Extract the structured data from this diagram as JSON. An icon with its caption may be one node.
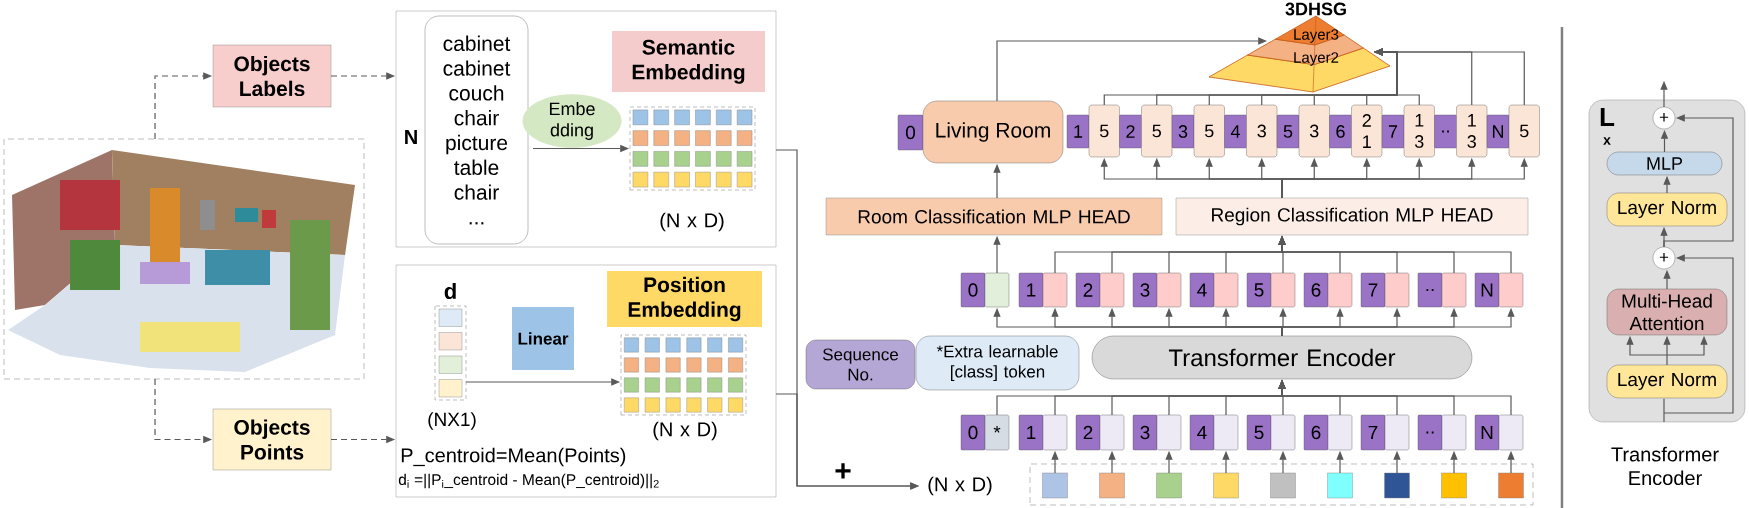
{
  "diagram": {
    "nodes": [
      {
        "text": [],
        "shape": "picture"
      },
      {
        "text": [
          "Objects Labels"
        ]
      },
      {
        "text": [
          "Objects Points"
        ]
      },
      {
        "text": [],
        "shape": "box"
      },
      {
        "text": [
          "cabinet cabinet couch chair picture table chair ..."
        ],
        "in": 3
      },
      {
        "text": [
          "Embe dding"
        ],
        "in": 3
      },
      {
        "text": [
          "Semantic Embedding"
        ],
        "in": 3
      },
      {
        "text": [],
        "shape": "box",
        "in": 3,
        "beside": [
          "(N x D)"
        ]
      },
      {
        "text": [],
        "shape": "box"
      },
      {
        "text": [
          "d"
        ],
        "in": 8,
        "beside": [
          "(NX1)"
        ]
      },
      {
        "text": [
          "Linear"
        ],
        "in": 8
      },
      {
        "text": [
          "Position Embedding"
        ],
        "in": 8
      },
      {
        "text": [],
        "shape": "box",
        "in": 8,
        "beside": [
          "(N x D)"
        ]
      },
      {
        "text": [
          "(N x D)"
        ]
      },
      {
        "text": [],
        "shape": "box"
      },
      {
        "text": [
          "Sequence No."
        ]
      },
      {
        "text": [
          "*Extra learnable [class] token"
        ]
      },
      {
        "text": [
          "0",
          "*"
        ]
      },
      {
        "text": [
          "1"
        ]
      },
      {
        "text": [
          "2"
        ]
      },
      {
        "text": [
          "3"
        ]
      },
      {
        "text": [
          "4"
        ]
      },
      {
        "text": [
          "5"
        ]
      },
      {
        "text": [
          "6"
        ]
      },
      {
        "text": [
          "7"
        ]
      },
      {
        "text": [
          ".."
        ]
      },
      {
        "text": [
          "N"
        ]
      },
      {
        "text": [
          "Transformer Encoder"
        ]
      },
      {
        "text": [
          "0"
        ]
      },
      {
        "text": [
          "1"
        ]
      },
      {
        "text": [
          "2"
        ]
      },
      {
        "text": [
          "3"
        ]
      },
      {
        "text": [
          "4"
        ]
      },
      {
        "text": [
          "5"
        ]
      },
      {
        "text": [
          "6"
        ]
      },
      {
        "text": [
          "7"
        ]
      },
      {
        "text": [
          ".."
        ]
      },
      {
        "text": [
          "N"
        ]
      },
      {
        "text": [
          "Room Classification MLP HEAD"
        ]
      },
      {
        "text": [
          "Region Classification MLP HEAD"
        ]
      },
      {
        "text": [
          "0",
          "Living Room"
        ]
      },
      {
        "text": [
          "1",
          "5"
        ]
      },
      {
        "text": [
          "2",
          "5"
        ]
      },
      {
        "text": [
          "3",
          "5"
        ]
      },
      {
        "text": [
          "4",
          "3"
        ]
      },
      {
        "text": [
          "5",
          "3"
        ]
      },
      {
        "text": [
          "6",
          "2 1"
        ]
      },
      {
        "text": [
          "7",
          "1 3"
        ]
      },
      {
        "text": [
          "..",
          "1 3"
        ]
      },
      {
        "text": [
          "N",
          "5"
        ]
      },
      {
        "text": [
          "3DHSG",
          "Layer3",
          "Layer2"
        ]
      },
      {
        "text": [
          "L",
          "x"
        ],
        "beside": [
          "Transformer Encoder"
        ]
      },
      {
        "text": [
          "+"
        ],
        "in": 51
      },
      {
        "text": [
          "MLP"
        ],
        "in": 51
      },
      {
        "text": [
          "Layer Norm"
        ],
        "in": 51
      },
      {
        "text": [
          "+"
        ],
        "in": 51
      },
      {
        "text": [
          "Multi-Head Attention"
        ],
        "in": 51
      },
      {
        "text": [
          "Layer Norm"
        ],
        "in": 51
      }
    ],
    "edges": [
      {
        "from": 0,
        "to": 1,
        "arrow": "to",
        "style": "dashed"
      },
      {
        "from": 0,
        "to": 2,
        "arrow": "to",
        "style": "dashed"
      },
      {
        "from": 1,
        "to": 3,
        "arrow": "to",
        "style": "dashed"
      },
      {
        "from": 2,
        "to": 8,
        "arrow": "to",
        "style": "dashed"
      },
      {
        "from": 4,
        "to": 7,
        "arrow": "to"
      },
      {
        "from": 9,
        "to": 12,
        "arrow": "to"
      },
      {
        "from": 3,
        "to": 13,
        "arrow": "to"
      },
      {
        "from": 8,
        "to": 13,
        "arrow": "to"
      },
      {
        "from": 14,
        "to": 18,
        "arrow": "to"
      },
      {
        "from": 14,
        "to": 19,
        "arrow": "to"
      },
      {
        "from": 14,
        "to": 20,
        "arrow": "to"
      },
      {
        "from": 14,
        "to": 21,
        "arrow": "to"
      },
      {
        "from": 14,
        "to": 22,
        "arrow": "to"
      },
      {
        "from": 14,
        "to": 23,
        "arrow": "to"
      },
      {
        "from": 14,
        "to": 24,
        "arrow": "to"
      },
      {
        "from": 14,
        "to": 25,
        "arrow": "to"
      },
      {
        "from": 14,
        "to": 26,
        "arrow": "to"
      },
      {
        "from": 17,
        "to": 27,
        "arrow": "to"
      },
      {
        "from": 18,
        "to": 27,
        "arrow": "to"
      },
      {
        "from": 19,
        "to": 27,
        "arrow": "to"
      },
      {
        "from": 20,
        "to": 27,
        "arrow": "to"
      },
      {
        "from": 21,
        "to": 27,
        "arrow": "to"
      },
      {
        "from": 22,
        "to": 27,
        "arrow": "to"
      },
      {
        "from": 23,
        "to": 27,
        "arrow": "to"
      },
      {
        "from": 24,
        "to": 27,
        "arrow": "to"
      },
      {
        "from": 25,
        "to": 27,
        "arrow": "to"
      },
      {
        "from": 26,
        "to": 27,
        "arrow": "to"
      },
      {
        "from": 27,
        "to": 28,
        "arrow": "to"
      },
      {
        "from": 27,
        "to": 29,
        "arrow": "to"
      },
      {
        "from": 27,
        "to": 30,
        "arrow": "to"
      },
      {
        "from": 27,
        "to": 31,
        "arrow": "to"
      },
      {
        "from": 27,
        "to": 32,
        "arrow": "to"
      },
      {
        "from": 27,
        "to": 33,
        "arrow": "to"
      },
      {
        "from": 27,
        "to": 34,
        "arrow": "to"
      },
      {
        "from": 27,
        "to": 35,
        "arrow": "to"
      },
      {
        "from": 27,
        "to": 36,
        "arrow": "to"
      },
      {
        "from": 27,
        "to": 37,
        "arrow": "to"
      },
      {
        "from": 28,
        "to": 38,
        "arrow": "to"
      },
      {
        "from": 29,
        "to": 39,
        "arrow": "to"
      },
      {
        "from": 30,
        "to": 39,
        "arrow": "to"
      },
      {
        "from": 31,
        "to": 39,
        "arrow": "to"
      },
      {
        "from": 32,
        "to": 39,
        "arrow": "to"
      },
      {
        "from": 33,
        "to": 39,
        "arrow": "to"
      },
      {
        "from": 34,
        "to": 39,
        "arrow": "to"
      },
      {
        "from": 35,
        "to": 39,
        "arrow": "to"
      },
      {
        "from": 36,
        "to": 39,
        "arrow": "to"
      },
      {
        "from": 37,
        "to": 39,
        "arrow": "to"
      },
      {
        "from": 38,
        "to": 40,
        "arrow": "to"
      },
      {
        "from": 39,
        "to": 41,
        "arrow": "to"
      },
      {
        "from": 39,
        "to": 42,
        "arrow": "to"
      },
      {
        "from": 39,
        "to": 43,
        "arrow": "to"
      },
      {
        "from": 39,
        "to": 44,
        "arrow": "to"
      },
      {
        "from": 39,
        "to": 45,
        "arrow": "to"
      },
      {
        "from": 39,
        "to": 46,
        "arrow": "to"
      },
      {
        "from": 39,
        "to": 47,
        "arrow": "to"
      },
      {
        "from": 39,
        "to": 48,
        "arrow": "to"
      },
      {
        "from": 39,
        "to": 49,
        "arrow": "to"
      },
      {
        "from": 40,
        "to": 50,
        "arrow": "to"
      },
      {
        "from": 41,
        "to": 50,
        "arrow": "to"
      },
      {
        "from": 42,
        "to": 50,
        "arrow": "to"
      },
      {
        "from": 43,
        "to": 50,
        "arrow": "to"
      },
      {
        "from": 44,
        "to": 50,
        "arrow": "to"
      },
      {
        "from": 45,
        "to": 50,
        "arrow": "to"
      },
      {
        "from": 46,
        "to": 50,
        "arrow": "to"
      },
      {
        "from": 47,
        "to": 50,
        "arrow": "to"
      },
      {
        "from": 48,
        "to": 50,
        "arrow": "to"
      },
      {
        "from": 49,
        "to": 50,
        "arrow": "to"
      },
      {
        "from": null,
        "to": 57,
        "arrow": "none"
      },
      {
        "from": null,
        "to": 55,
        "arrow": "to"
      },
      {
        "from": 57,
        "to": 56,
        "arrow": "to"
      },
      {
        "from": 56,
        "to": 55,
        "arrow": "to"
      },
      {
        "from": 55,
        "to": 54,
        "arrow": "to"
      },
      {
        "from": 55,
        "to": 52,
        "arrow": "to"
      },
      {
        "from": 54,
        "to": 53,
        "arrow": "to"
      },
      {
        "from": 53,
        "to": 52,
        "arrow": "to"
      },
      {
        "from": 52,
        "to": null,
        "arrow": "to"
      }
    ],
    "labels": [
      "N",
      "P_centroid=Mean(Points)",
      "d$_{i}$ =||P$_{i}$_centroid - Mean(P_centroid)||$_{2}$",
      "+"
    ]
  }
}
